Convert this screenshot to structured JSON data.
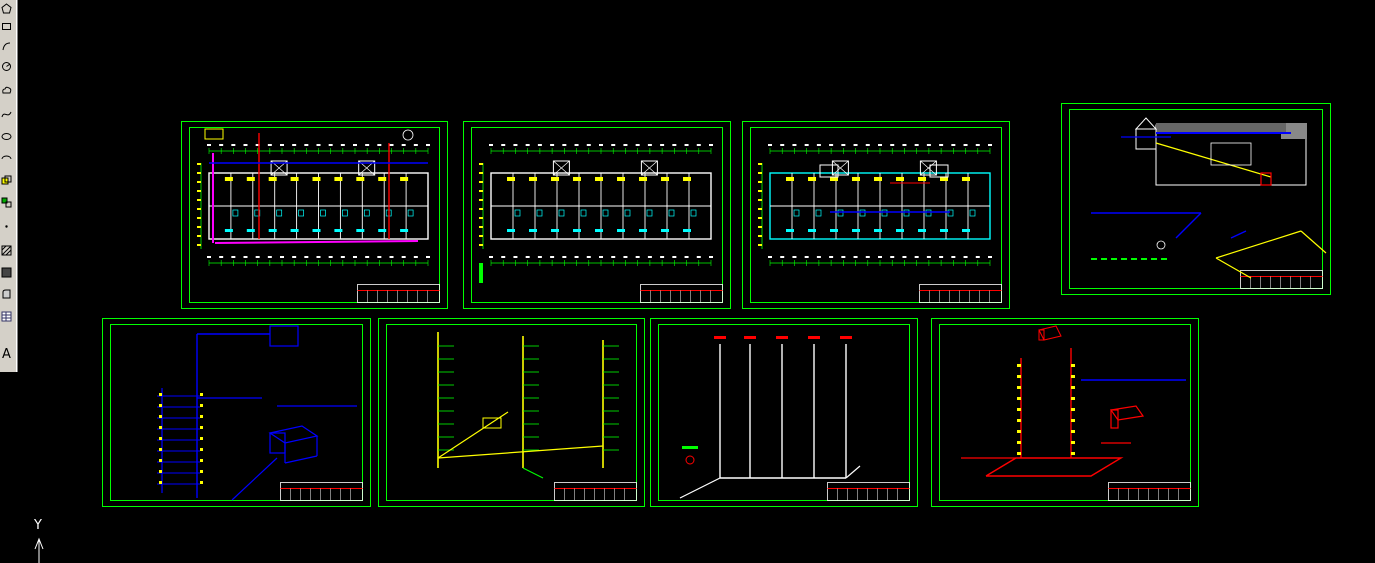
{
  "toolbar": {
    "tools": [
      {
        "name": "polygon-tool",
        "icon": "polygon-icon"
      },
      {
        "name": "rectangle-tool",
        "icon": "rectangle-icon"
      },
      {
        "name": "arc-tool",
        "icon": "arc-icon"
      },
      {
        "name": "circle-tool",
        "icon": "circle-icon"
      },
      {
        "name": "revision-cloud-tool",
        "icon": "cloud-icon"
      },
      {
        "name": "spline-tool",
        "icon": "spline-icon"
      },
      {
        "name": "ellipse-tool",
        "icon": "ellipse-icon"
      },
      {
        "name": "ellipse-arc-tool",
        "icon": "ellipse-arc-icon"
      },
      {
        "name": "insert-block-tool",
        "icon": "insert-block-icon"
      },
      {
        "name": "make-block-tool",
        "icon": "make-block-icon"
      },
      {
        "name": "point-tool",
        "icon": "point-icon"
      },
      {
        "name": "hatch-tool",
        "icon": "hatch-icon"
      },
      {
        "name": "gradient-tool",
        "icon": "gradient-icon"
      },
      {
        "name": "region-tool",
        "icon": "region-icon"
      },
      {
        "name": "table-tool",
        "icon": "table-icon"
      },
      {
        "name": "multiline-text-tool",
        "icon": "text-icon",
        "glyph": "A"
      }
    ]
  },
  "ucs": {
    "axis_label": "Y"
  },
  "colors": {
    "background": "#000000",
    "frame": "#00ff00",
    "walls": "#ffffff",
    "dimension": "#00ff00",
    "pipe_blue": "#0000ff",
    "pipe_red": "#ff0000",
    "accent_yellow": "#ffff00",
    "accent_cyan": "#00ffff",
    "accent_magenta": "#ff00ff",
    "toolbar_bg": "#d4d0c8"
  },
  "sheets": [
    {
      "name": "floor-plan-1",
      "type": "plan"
    },
    {
      "name": "floor-plan-2",
      "type": "plan"
    },
    {
      "name": "floor-plan-3",
      "type": "plan"
    },
    {
      "name": "bathroom-detail",
      "type": "detail"
    },
    {
      "name": "riser-isometric-blue",
      "type": "iso_blue"
    },
    {
      "name": "riser-diagram-yellow",
      "type": "riser_yellow"
    },
    {
      "name": "riser-diagram-white",
      "type": "riser_white"
    },
    {
      "name": "riser-isometric-red",
      "type": "iso_red"
    }
  ]
}
